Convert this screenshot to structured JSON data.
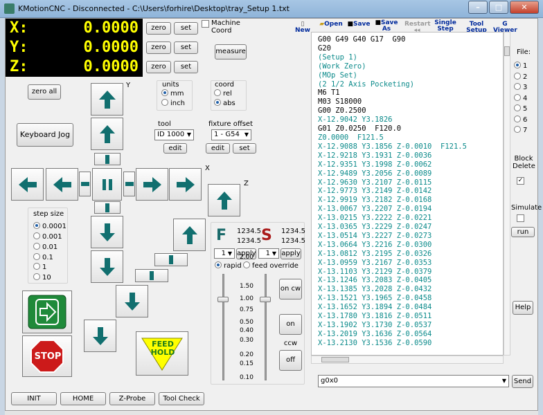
{
  "window": {
    "title": "KMotionCNC - Disconnected - C:\\Users\\forhire\\Desktop\\tray_Setup 1.txt",
    "minimize": "–",
    "maximize": "□",
    "close": "✕"
  },
  "dro": [
    {
      "axis": "X:",
      "value": "0.0000"
    },
    {
      "axis": "Y:",
      "value": "0.0000"
    },
    {
      "axis": "Z:",
      "value": "0.0000"
    }
  ],
  "dro_buttons": {
    "zero": "zero",
    "set": "set"
  },
  "machine_coord": "Machine Coord",
  "measure": "measure",
  "zero_all": "zero all",
  "keyboard_jog": "Keyboard Jog",
  "units": {
    "label": "units",
    "options": [
      "mm",
      "inch"
    ],
    "selected": "mm"
  },
  "coord": {
    "label": "coord",
    "options": [
      "rel",
      "abs"
    ],
    "selected": "abs"
  },
  "tool": {
    "label": "tool",
    "value": "ID 1000",
    "edit": "edit"
  },
  "fixture": {
    "label": "fixture offset",
    "value": "1 - G54",
    "edit": "edit",
    "set": "set"
  },
  "axis_labels": {
    "y": "Y",
    "x": "X",
    "z": "Z"
  },
  "step_size": {
    "label": "step size",
    "options": [
      "0.0001",
      "0.001",
      "0.01",
      "0.1",
      "1",
      "10"
    ],
    "selected": "0.0001"
  },
  "feed": {
    "letter": "F",
    "v1": "1234.5",
    "v2": "1234.5",
    "input": "1",
    "apply": "apply"
  },
  "spindle": {
    "letter": "S",
    "v1": "1234.5",
    "v2": "1234.5",
    "input": "1",
    "apply": "apply"
  },
  "mode": {
    "rapid": "rapid",
    "feed_override": "feed override",
    "selected": "rapid"
  },
  "slider_scale": [
    "2.00",
    "1.50",
    "1.00",
    "0.75",
    "0.50",
    "0.40",
    "0.30",
    "0.20",
    "0.15",
    "0.10"
  ],
  "spindle_buttons": {
    "on_cw": "on cw",
    "on_ccw": "on ccw",
    "off": "off"
  },
  "feed_hold": "FEED HOLD",
  "stop": "STOP",
  "bottom_buttons": [
    "INIT",
    "HOME",
    "Z-Probe",
    "Tool Check"
  ],
  "toolbar": {
    "new": "New",
    "open": "Open",
    "save": "Save",
    "save_as": "Save As",
    "restart": "Restart",
    "single_step": "Single Step",
    "tool_setup": "Tool Setup",
    "g_viewer": "G Viewer"
  },
  "gcode": [
    {
      "text": "G00 G49 G40 G17  G90",
      "c": "k"
    },
    {
      "text": "G20",
      "c": "k"
    },
    {
      "text": "(Setup 1)",
      "c": "t"
    },
    {
      "text": "(Work Zero)",
      "c": "t"
    },
    {
      "text": "(MOp Set)",
      "c": "t"
    },
    {
      "text": "(2 1/2 Axis Pocketing)",
      "c": "t"
    },
    {
      "text": "M6 T1",
      "c": "k"
    },
    {
      "text": "M03 S18000",
      "c": "k"
    },
    {
      "text": "G00 Z0.2500",
      "c": "k"
    },
    {
      "text": "X-12.9042 Y3.1826",
      "c": "t"
    },
    {
      "text": "G01 Z0.0250  F120.0",
      "c": "k"
    },
    {
      "text": "Z0.0000  F121.5",
      "c": "t"
    },
    {
      "text": "X-12.9088 Y3.1856 Z-0.0010  F121.5",
      "c": "t"
    },
    {
      "text": "X-12.9218 Y3.1931 Z-0.0036",
      "c": "t"
    },
    {
      "text": "X-12.9351 Y3.1998 Z-0.0062",
      "c": "t"
    },
    {
      "text": "X-12.9489 Y3.2056 Z-0.0089",
      "c": "t"
    },
    {
      "text": "X-12.9630 Y3.2107 Z-0.0115",
      "c": "t"
    },
    {
      "text": "X-12.9773 Y3.2149 Z-0.0142",
      "c": "t"
    },
    {
      "text": "X-12.9919 Y3.2182 Z-0.0168",
      "c": "t"
    },
    {
      "text": "X-13.0067 Y3.2207 Z-0.0194",
      "c": "t"
    },
    {
      "text": "X-13.0215 Y3.2222 Z-0.0221",
      "c": "t"
    },
    {
      "text": "X-13.0365 Y3.2229 Z-0.0247",
      "c": "t"
    },
    {
      "text": "X-13.0514 Y3.2227 Z-0.0273",
      "c": "t"
    },
    {
      "text": "X-13.0664 Y3.2216 Z-0.0300",
      "c": "t"
    },
    {
      "text": "X-13.0812 Y3.2195 Z-0.0326",
      "c": "t"
    },
    {
      "text": "X-13.0959 Y3.2167 Z-0.0353",
      "c": "t"
    },
    {
      "text": "X-13.1103 Y3.2129 Z-0.0379",
      "c": "t"
    },
    {
      "text": "X-13.1246 Y3.2083 Z-0.0405",
      "c": "t"
    },
    {
      "text": "X-13.1385 Y3.2028 Z-0.0432",
      "c": "t"
    },
    {
      "text": "X-13.1521 Y3.1965 Z-0.0458",
      "c": "t"
    },
    {
      "text": "X-13.1652 Y3.1894 Z-0.0484",
      "c": "t"
    },
    {
      "text": "X-13.1780 Y3.1816 Z-0.0511",
      "c": "t"
    },
    {
      "text": "X-13.1902 Y3.1730 Z-0.0537",
      "c": "t"
    },
    {
      "text": "X-13.2019 Y3.1636 Z-0.0564",
      "c": "t"
    },
    {
      "text": "X-13.2130 Y3.1536 Z-0.0590",
      "c": "t"
    }
  ],
  "file": {
    "label": "File:",
    "options": [
      "1",
      "2",
      "3",
      "4",
      "5",
      "6",
      "7"
    ],
    "selected": "1"
  },
  "block_delete": "Block Delete",
  "simulate": "Simulate",
  "run": "run",
  "help": "Help",
  "mdi": {
    "value": "g0x0",
    "send": "Send"
  },
  "colors": {
    "dro_bg": "#000000",
    "dro_text": "#ffff00",
    "arrow": "#116f6f",
    "gcode_text": "#0a8a8a",
    "feed_hold": "#ffff00",
    "stop": "#cc1a1a"
  }
}
